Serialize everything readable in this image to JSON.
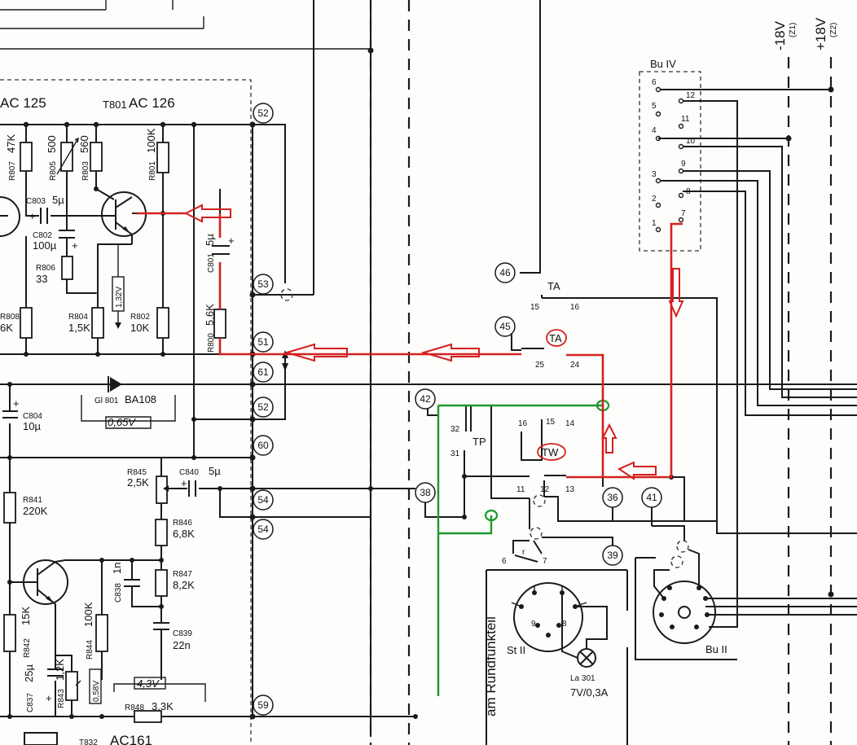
{
  "transistors": {
    "t807": "AC 125",
    "t801_ref": "T801",
    "t801": "AC 126",
    "t832_ref": "T832",
    "t832": "AC161"
  },
  "resistors": {
    "r807": "R807",
    "r807v": "47K",
    "r805": "R805",
    "r805v": "500",
    "r803": "R803",
    "r803v": "560",
    "r801": "R801",
    "r801v": "100K",
    "r806": "R806",
    "r806v": "33",
    "r808": "R808",
    "r808v": "6K",
    "r804": "R804",
    "r804v": "1,5K",
    "r802": "R802",
    "r802v": "10K",
    "r800": "R800",
    "r800v": "5,6K",
    "r841": "R841",
    "r841v": "220K",
    "r845": "R845",
    "r845v": "2,5K",
    "r846": "R846",
    "r846v": "6,8K",
    "r847": "R847",
    "r847v": "8,2K",
    "r844": "R844",
    "r844v": "100K",
    "r842": "R842",
    "r842v": "15K",
    "r843": "R843",
    "r843v": "1,2K",
    "r848": "R848",
    "r848v": "3,3K"
  },
  "capacitors": {
    "c803": "C803",
    "c803v": "5µ",
    "c802": "C802",
    "c802v": "100µ",
    "c801": "C801",
    "c801v": "5µ",
    "c804": "C804",
    "c804v": "10µ",
    "c840": "C840",
    "c840v": "5µ",
    "c838": "C838",
    "c838v": "1n",
    "c839": "C839",
    "c839v": "22n",
    "c837": "C837",
    "c837v": "25µ"
  },
  "diode": {
    "ref": "Gl 801",
    "type": "BA108"
  },
  "voltages": {
    "v132": "1,32V",
    "v065": "0,65V",
    "v43": "4,3V",
    "v058": "0,58V"
  },
  "nodes": [
    "52",
    "53",
    "51",
    "61",
    "52",
    "60",
    "54",
    "54",
    "59",
    "46",
    "45",
    "42",
    "38",
    "36",
    "41",
    "39"
  ],
  "supply": {
    "neg": "-18V",
    "neg_sub": "(Z1)",
    "pos": "+18V",
    "pos_sub": "(Z2)"
  },
  "connectors": {
    "bu4": "Bu IV",
    "bu2": "Bu II",
    "st2": "St II",
    "rundfunk": "am Rundfunkteil"
  },
  "bu4_pins_left": [
    "6",
    "5",
    "4",
    "3",
    "2",
    "1"
  ],
  "bu4_pins_right": [
    "12",
    "11",
    "10",
    "9",
    "8",
    "7"
  ],
  "switches": {
    "ta": "TA",
    "ta_15": "15",
    "ta_16": "16",
    "ta2": "TA",
    "ta_25": "25",
    "ta_24": "24",
    "tw": "TW",
    "tw_16": "16",
    "tw_15": "15",
    "tw_14": "14",
    "tw_11": "11",
    "tw_12": "12",
    "tw_13": "13",
    "tp": "TP",
    "tp_32": "32",
    "tp_31": "31",
    "sw_6": "6",
    "sw_r": "r",
    "sw_7": "7"
  },
  "lamp": {
    "ref": "La 301",
    "rating": "7V/0,3A"
  },
  "colors": {
    "ink": "#1a1a1a",
    "highlight_red": "#d42020",
    "highlight_green": "#1a9a2a"
  }
}
